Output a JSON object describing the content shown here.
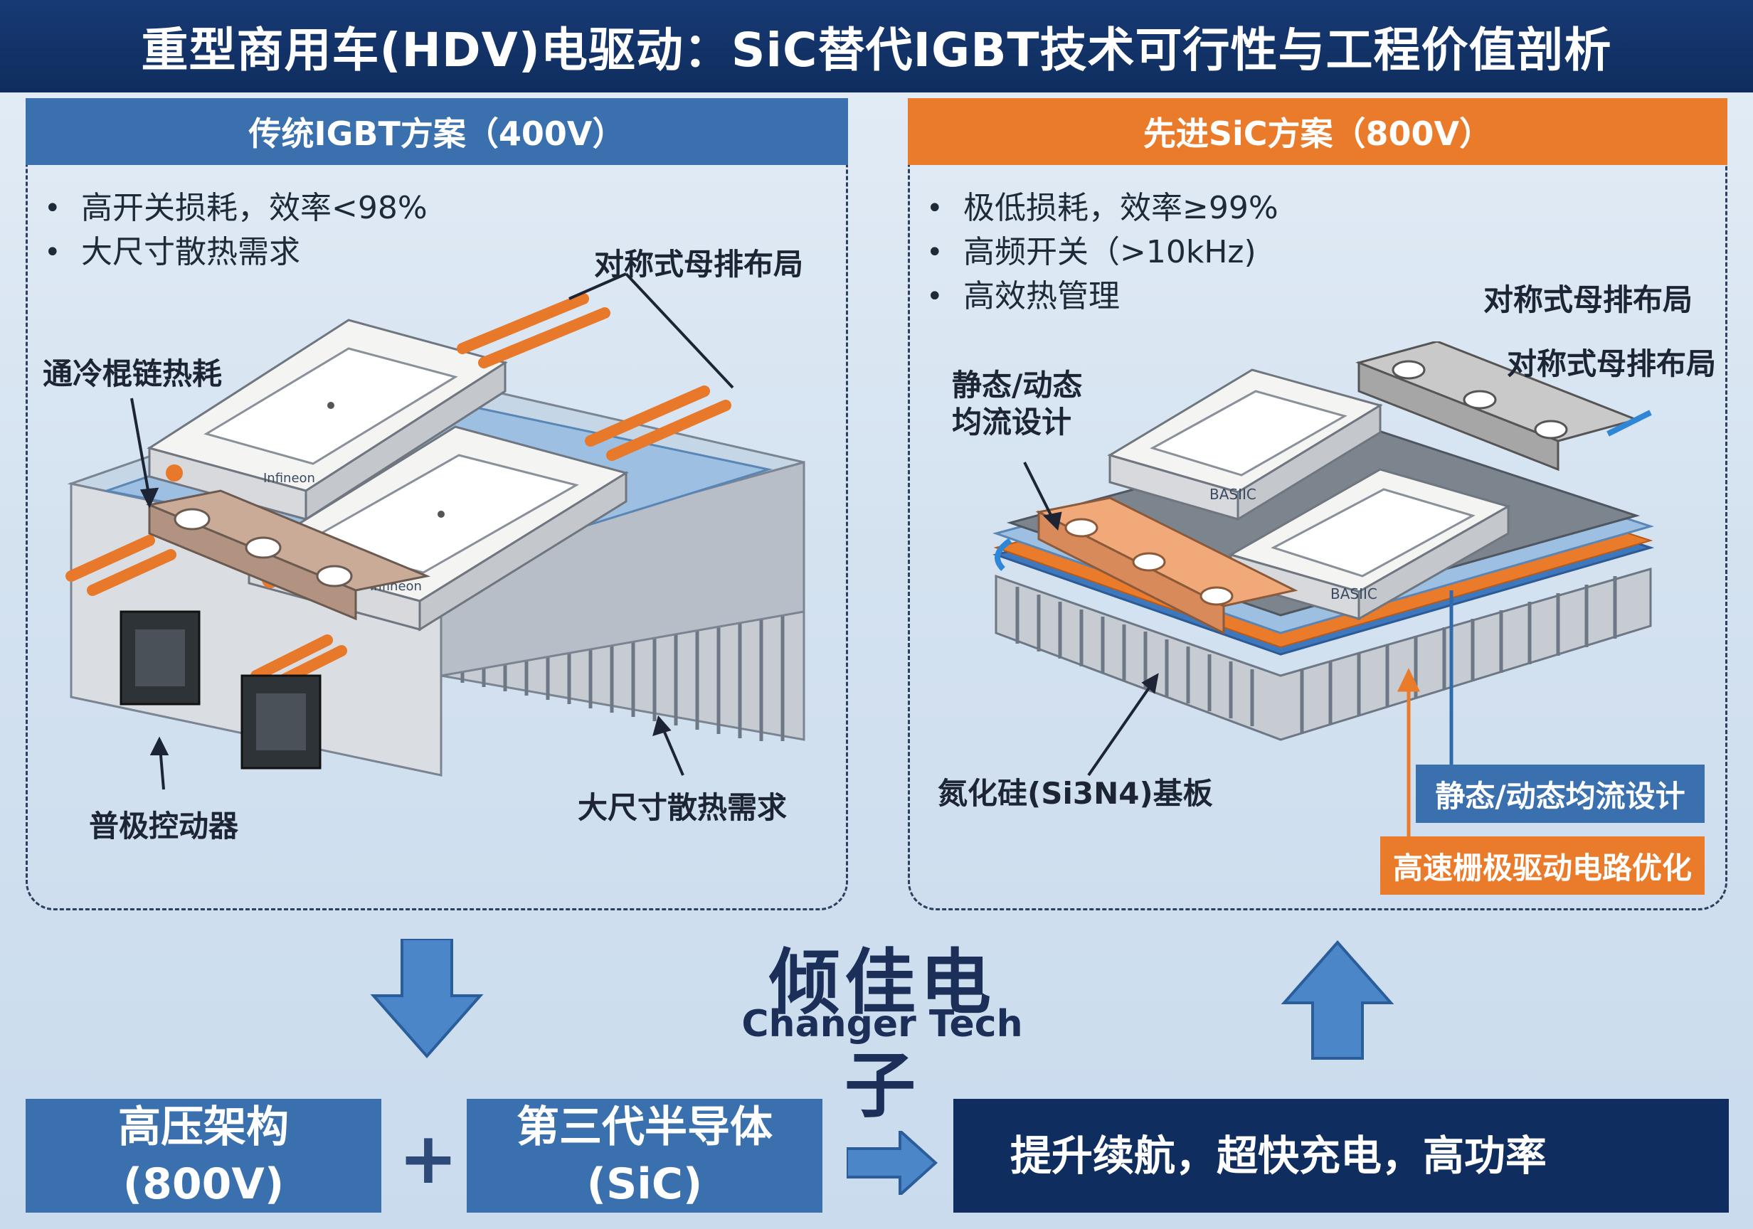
{
  "title": "重型商用车(HDV)电驱动：SiC替代IGBT技术可行性与工程价值剖析",
  "left_panel": {
    "header": "传统IGBT方案（400V）",
    "bullets": [
      "高开关损耗，效率<98%",
      "大尺寸散热需求"
    ],
    "callouts": {
      "busbar": "对称式母排布局",
      "cooling": "通冷棍链热耗",
      "controller": "普极控动器",
      "heatsink": "大尺寸散热需求"
    },
    "module_labels": [
      "Infineon",
      "Infineon"
    ],
    "colors": {
      "header": "#3a70ad",
      "busbar_pipe": "#e8782a"
    }
  },
  "right_panel": {
    "header": "先进SiC方案（800V）",
    "bullets": [
      "极低损耗，效率≥99%",
      "高频开关（>10kHz)",
      "高效热管理"
    ],
    "callouts": {
      "busbar_top": "对称式母排布局",
      "busbar_right": "对称式母排布局",
      "current_sharing": "静态/动态\n均流设计",
      "substrate": "氮化硅(Si3N4)基板",
      "box_blue": "静态/动态均流设计",
      "box_orange": "高速栅极驱动电路优化"
    },
    "module_labels": [
      "BASIIC",
      "BASIIC"
    ],
    "colors": {
      "header": "#ea7b2b",
      "box_blue": "#3a70ad",
      "box_orange": "#ea7b2b"
    }
  },
  "brand": {
    "name_cn": "倾佳电子",
    "name_en": "Changer Tech"
  },
  "bottom": {
    "box1": {
      "line1": "高压架构",
      "line2": "(800V)"
    },
    "plus": "+",
    "box2": {
      "line1": "第三代半导体",
      "line2": "(SiC)"
    },
    "result": "提升续航，超快充电，高功率"
  }
}
